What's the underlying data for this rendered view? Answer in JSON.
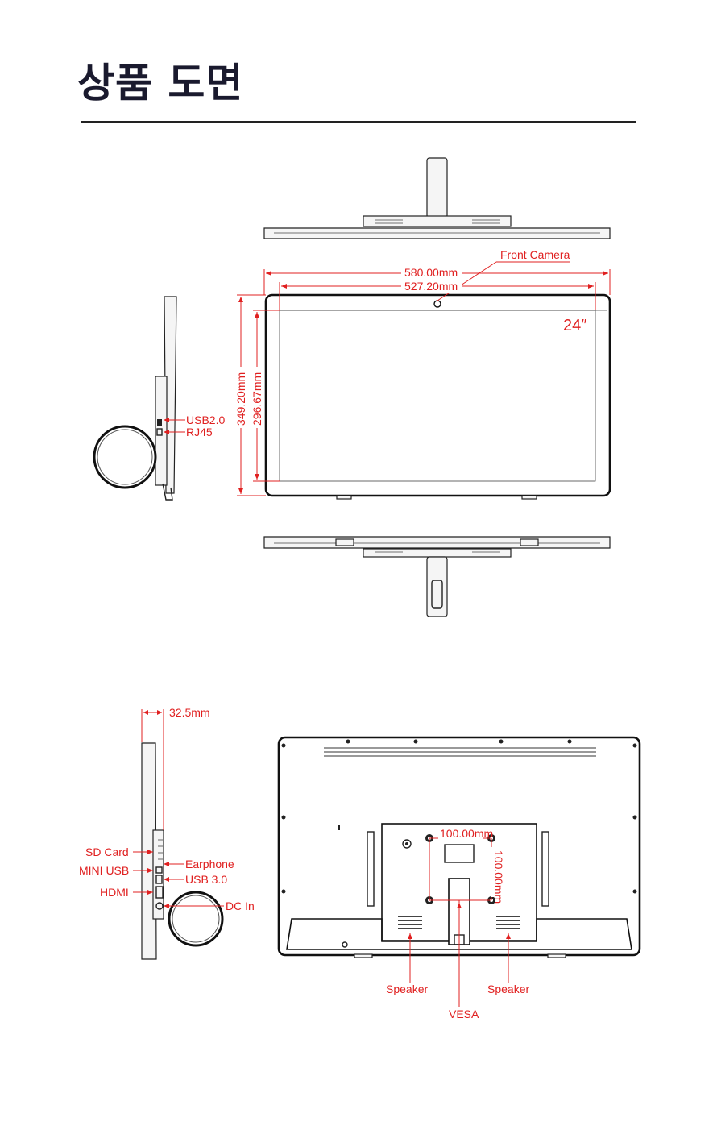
{
  "header": {
    "title": "상품 도면"
  },
  "front_view": {
    "camera_label": "Front Camera",
    "width_outer": "580.00mm",
    "width_inner": "527.20mm",
    "height_outer": "349.20mm",
    "height_inner": "296.67mm",
    "size_label": "24″"
  },
  "side_view_top": {
    "port_usb2": "USB2.0",
    "port_rj45": "RJ45"
  },
  "side_view_bottom": {
    "depth": "32.5mm",
    "port_sd": "SD Card",
    "port_mini_usb": "MINI USB",
    "port_hdmi": "HDMI",
    "port_earphone": "Earphone",
    "port_usb3": "USB 3.0",
    "port_dc": "DC In"
  },
  "rear_view": {
    "vesa_h": "100.00mm",
    "vesa_v": "100.00mm",
    "speaker_left": "Speaker",
    "speaker_right": "Speaker",
    "vesa_label": "VESA"
  }
}
